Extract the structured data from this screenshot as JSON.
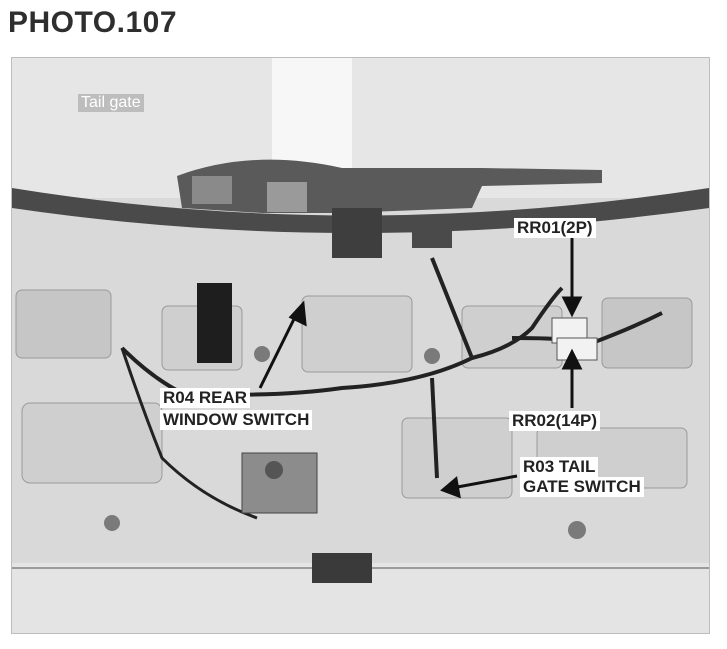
{
  "page": {
    "title": "PHOTO.107"
  },
  "photo": {
    "area_label": "Tail gate",
    "callouts": {
      "rr01": "RR01(2P)",
      "rr02": "RR02(14P)",
      "r03_line1": "R03 TAIL",
      "r03_line2": "GATE SWITCH",
      "r04_line1": "R04 REAR",
      "r04_line2": "WINDOW SWITCH"
    }
  }
}
